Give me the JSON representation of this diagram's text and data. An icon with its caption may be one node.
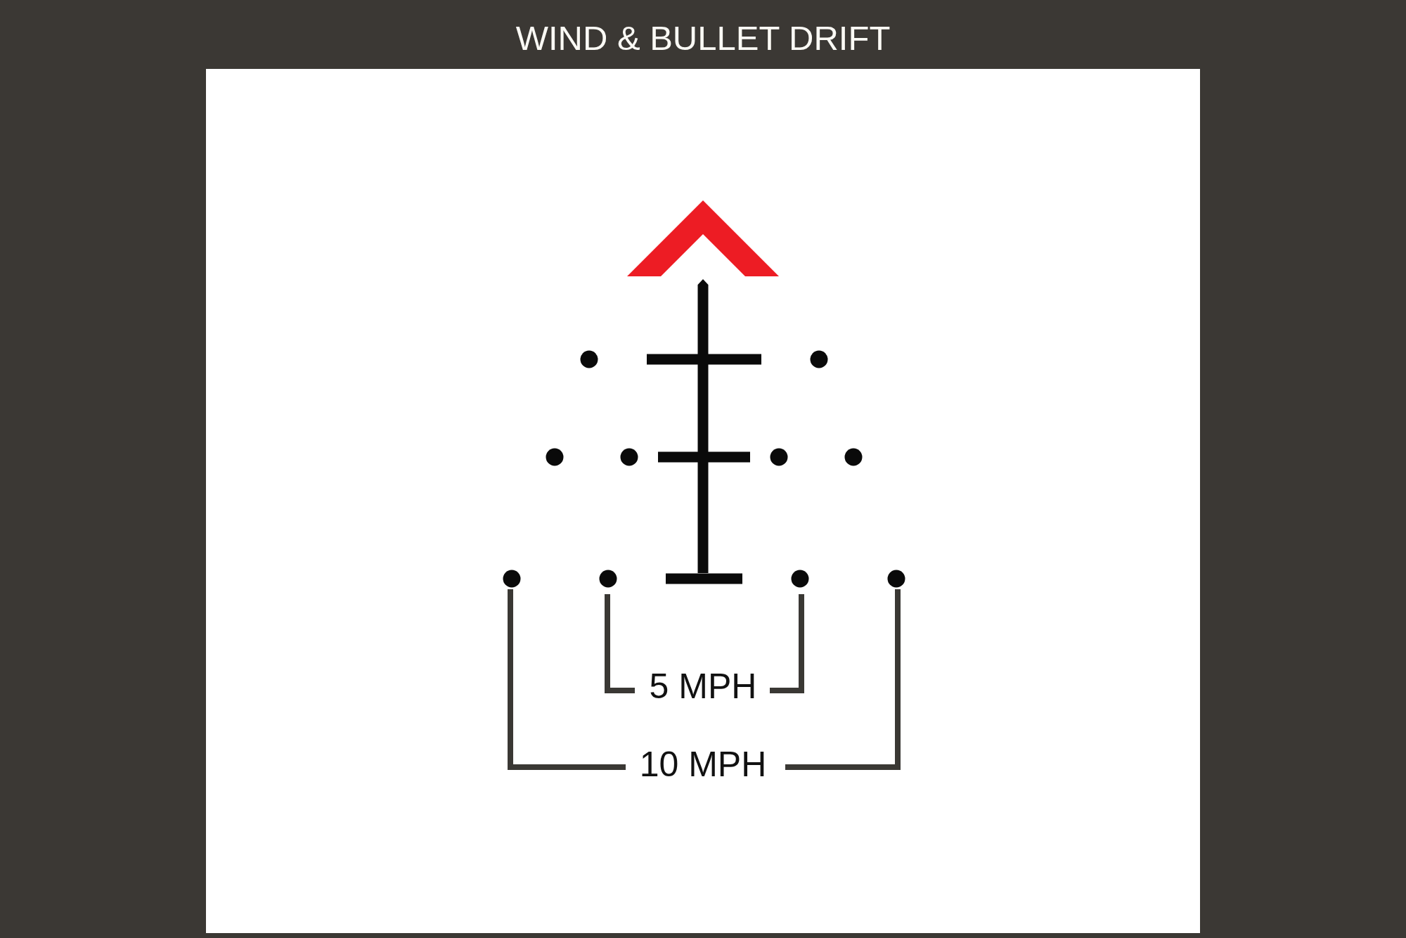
{
  "diagram": {
    "title": "WIND & BULLET DRIFT",
    "labels": [
      "5 MPH",
      "10 MPH"
    ]
  }
}
